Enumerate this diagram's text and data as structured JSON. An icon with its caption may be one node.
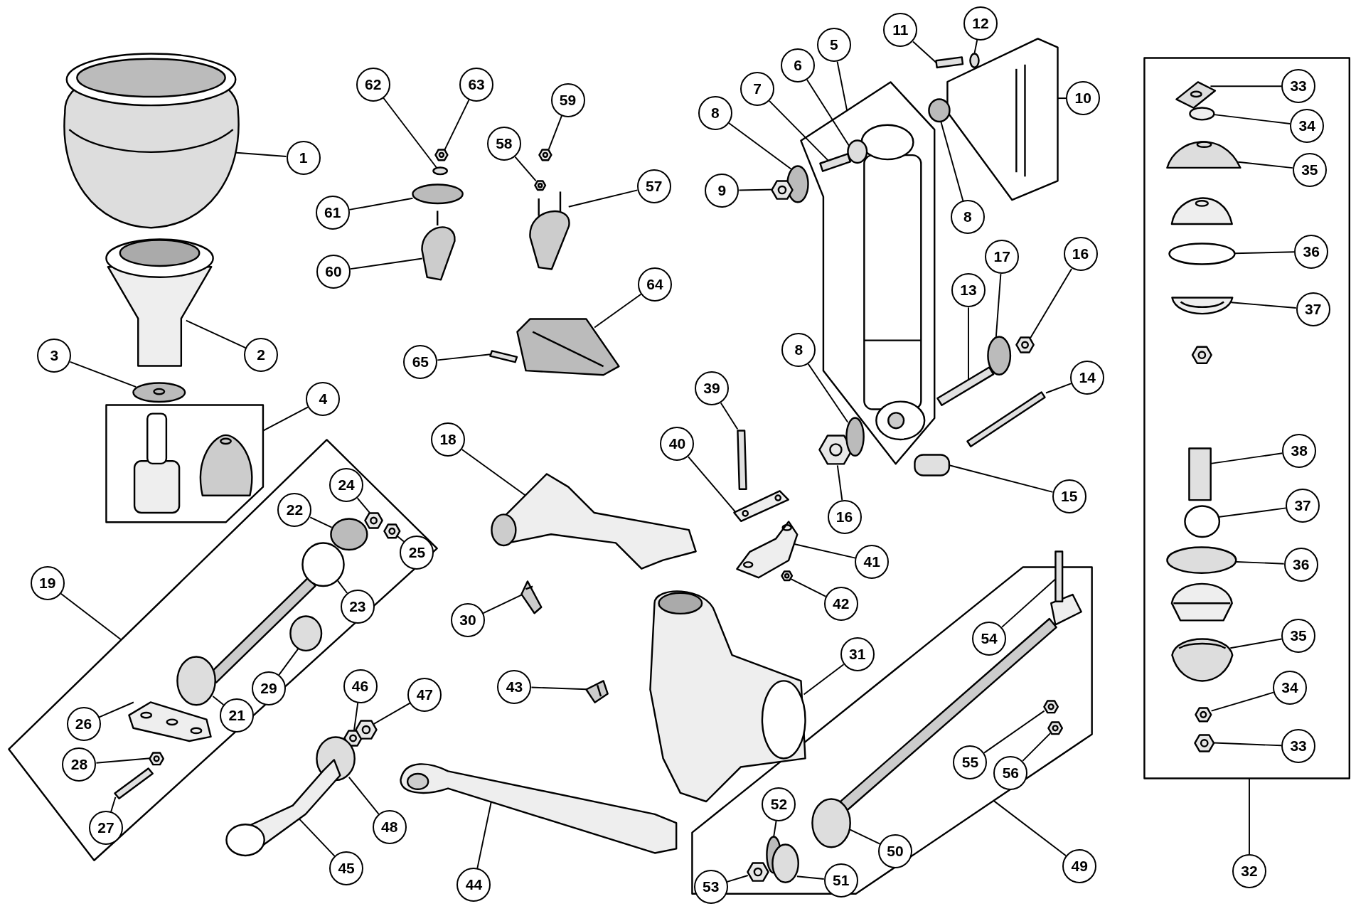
{
  "diagram": {
    "nodes": [
      {
        "text": [
          "1"
        ]
      },
      {
        "text": [
          "2"
        ]
      },
      {
        "text": [
          "3"
        ]
      },
      {
        "text": [
          "4"
        ]
      },
      {
        "text": [
          "5"
        ]
      },
      {
        "text": [
          "6"
        ]
      },
      {
        "text": [
          "7"
        ]
      },
      {
        "text": [
          "8"
        ]
      },
      {
        "text": [
          "9"
        ]
      },
      {
        "text": [
          "10"
        ]
      },
      {
        "text": [
          "11"
        ]
      },
      {
        "text": [
          "12"
        ]
      },
      {
        "text": [
          "8"
        ]
      },
      {
        "text": [
          "13"
        ]
      },
      {
        "text": [
          "17"
        ]
      },
      {
        "text": [
          "16"
        ]
      },
      {
        "text": [
          "14"
        ]
      },
      {
        "text": [
          "15"
        ]
      },
      {
        "text": [
          "16"
        ]
      },
      {
        "text": [
          "8"
        ]
      },
      {
        "text": [
          "39"
        ]
      },
      {
        "text": [
          "40"
        ]
      },
      {
        "text": [
          "41"
        ]
      },
      {
        "text": [
          "42"
        ]
      },
      {
        "text": [
          "18"
        ]
      },
      {
        "text": [
          "19"
        ]
      },
      {
        "text": [
          "22"
        ],
        "in": 74
      },
      {
        "text": [
          "24"
        ],
        "in": 74
      },
      {
        "text": [
          "25"
        ],
        "in": 74
      },
      {
        "text": [
          "23"
        ],
        "in": 74
      },
      {
        "text": [
          "21"
        ],
        "in": 74
      },
      {
        "text": [
          "29"
        ],
        "in": 74
      },
      {
        "text": [
          "26"
        ],
        "in": 74
      },
      {
        "text": [
          "28"
        ],
        "in": 74
      },
      {
        "text": [
          "27"
        ],
        "in": 74
      },
      {
        "text": [
          "30"
        ]
      },
      {
        "text": [
          "43"
        ]
      },
      {
        "text": [
          "46"
        ]
      },
      {
        "text": [
          "47"
        ]
      },
      {
        "text": [
          "48"
        ]
      },
      {
        "text": [
          "45"
        ]
      },
      {
        "text": [
          "44"
        ]
      },
      {
        "text": [
          "31"
        ]
      },
      {
        "text": [
          "64"
        ]
      },
      {
        "text": [
          "65"
        ]
      },
      {
        "text": [
          "60"
        ]
      },
      {
        "text": [
          "61"
        ]
      },
      {
        "text": [
          "62"
        ]
      },
      {
        "text": [
          "63"
        ]
      },
      {
        "text": [
          "58"
        ]
      },
      {
        "text": [
          "59"
        ]
      },
      {
        "text": [
          "57"
        ]
      },
      {
        "text": [
          "33"
        ],
        "in": 75
      },
      {
        "text": [
          "34"
        ],
        "in": 75
      },
      {
        "text": [
          "35"
        ],
        "in": 75
      },
      {
        "text": [
          "36"
        ],
        "in": 75
      },
      {
        "text": [
          "37"
        ],
        "in": 75
      },
      {
        "text": [
          "38"
        ],
        "in": 75
      },
      {
        "text": [
          "37"
        ],
        "in": 75
      },
      {
        "text": [
          "36"
        ],
        "in": 75
      },
      {
        "text": [
          "35"
        ],
        "in": 75
      },
      {
        "text": [
          "34"
        ],
        "in": 75
      },
      {
        "text": [
          "33"
        ],
        "in": 75
      },
      {
        "text": [
          "32"
        ]
      },
      {
        "text": [
          "54"
        ],
        "in": 76
      },
      {
        "text": [
          "55"
        ],
        "in": 76
      },
      {
        "text": [
          "56"
        ],
        "in": 76
      },
      {
        "text": [
          "52"
        ],
        "in": 76
      },
      {
        "text": [
          "50"
        ],
        "in": 76
      },
      {
        "text": [
          "51"
        ]
      },
      {
        "text": [
          "53"
        ]
      },
      {
        "text": [
          "49"
        ]
      },
      {
        "text": [],
        "shape": "box"
      },
      {
        "text": [],
        "shape": "box"
      },
      {
        "text": [],
        "shape": "box"
      },
      {
        "text": [],
        "shape": "box"
      },
      {
        "text": [],
        "shape": "box"
      },
      {
        "text": [],
        "shape": "picture"
      },
      {
        "text": [],
        "shape": "picture"
      },
      {
        "text": [],
        "shape": "picture"
      },
      {
        "text": [],
        "shape": "circle",
        "in": 73
      },
      {
        "text": [],
        "shape": "bar",
        "in": 73
      },
      {
        "text": [],
        "shape": "circle"
      },
      {
        "text": [],
        "shape": "hexagon"
      },
      {
        "text": [],
        "shape": "picture"
      },
      {
        "text": [],
        "shape": "bar"
      },
      {
        "text": [],
        "shape": "circle"
      },
      {
        "text": [],
        "shape": "circle"
      },
      {
        "text": [],
        "shape": "bar"
      },
      {
        "text": [],
        "shape": "circle"
      },
      {
        "text": [],
        "shape": "hexagon"
      },
      {
        "text": [],
        "shape": "bar"
      },
      {
        "text": [],
        "shape": "bar"
      },
      {
        "text": [],
        "shape": "hexagon"
      },
      {
        "text": [],
        "shape": "circle"
      },
      {
        "text": [],
        "shape": "bar"
      },
      {
        "text": [],
        "shape": "picture"
      },
      {
        "text": [],
        "shape": "picture"
      },
      {
        "text": [],
        "shape": "hexagon"
      },
      {
        "text": [],
        "shape": "picture"
      },
      {
        "text": [],
        "shape": "circle",
        "in": 74
      },
      {
        "text": [],
        "shape": "hexagon",
        "in": 74
      },
      {
        "text": [],
        "shape": "hexagon",
        "in": 74
      },
      {
        "text": [],
        "shape": "circle",
        "in": 74
      },
      {
        "text": [],
        "shape": "circle",
        "in": 74
      },
      {
        "text": [],
        "shape": "circle",
        "in": 74
      },
      {
        "text": [],
        "shape": "picture",
        "in": 74
      },
      {
        "text": [],
        "shape": "hexagon",
        "in": 74
      },
      {
        "text": [],
        "shape": "bar",
        "in": 74
      },
      {
        "text": [],
        "shape": "picture"
      },
      {
        "text": [],
        "shape": "picture"
      },
      {
        "text": [],
        "shape": "hexagon"
      },
      {
        "text": [],
        "shape": "hexagon"
      },
      {
        "text": [],
        "shape": "circle"
      },
      {
        "text": [],
        "shape": "picture"
      },
      {
        "text": [],
        "shape": "picture"
      },
      {
        "text": [],
        "shape": "picture"
      },
      {
        "text": [],
        "shape": "picture"
      },
      {
        "text": [],
        "shape": "bar"
      },
      {
        "text": [],
        "shape": "picture"
      },
      {
        "text": [],
        "shape": "circle"
      },
      {
        "text": [],
        "shape": "circle"
      },
      {
        "text": [],
        "shape": "hexagon"
      },
      {
        "text": [],
        "shape": "hexagon"
      },
      {
        "text": [],
        "shape": "hexagon"
      },
      {
        "text": [],
        "shape": "picture"
      },
      {
        "text": [],
        "shape": "picture",
        "in": 75
      },
      {
        "text": [],
        "shape": "circle",
        "in": 75
      },
      {
        "text": [],
        "shape": "picture",
        "in": 75
      },
      {
        "text": [],
        "shape": "circle",
        "in": 75
      },
      {
        "text": [],
        "shape": "picture",
        "in": 75
      },
      {
        "text": [],
        "shape": "bar",
        "in": 75
      },
      {
        "text": [],
        "shape": "circle",
        "in": 75
      },
      {
        "text": [],
        "shape": "circle",
        "in": 75
      },
      {
        "text": [],
        "shape": "picture",
        "in": 75
      },
      {
        "text": [],
        "shape": "hexagon",
        "in": 75
      },
      {
        "text": [],
        "shape": "hexagon",
        "in": 75
      },
      {
        "text": [],
        "shape": "bar",
        "in": 76
      },
      {
        "text": [],
        "shape": "hexagon",
        "in": 76
      },
      {
        "text": [],
        "shape": "hexagon",
        "in": 76
      },
      {
        "text": [],
        "shape": "circle",
        "in": 76
      },
      {
        "text": [],
        "shape": "circle",
        "in": 76
      },
      {
        "text": [],
        "shape": "circle",
        "in": 76
      },
      {
        "text": [],
        "shape": "hexagon",
        "in": 76
      }
    ],
    "edges": [
      {
        "from": 0,
        "to": 77,
        "arrow": "none"
      },
      {
        "from": 1,
        "to": 78,
        "arrow": "none"
      },
      {
        "from": 2,
        "to": 79,
        "arrow": "none"
      },
      {
        "from": 3,
        "to": 72,
        "arrow": "none"
      },
      {
        "from": 4,
        "to": 73,
        "arrow": "none"
      },
      {
        "from": 5,
        "to": 80,
        "arrow": "none"
      },
      {
        "from": 6,
        "to": 81,
        "arrow": "none"
      },
      {
        "from": 7,
        "to": 82,
        "arrow": "none"
      },
      {
        "from": 8,
        "to": 83,
        "arrow": "none"
      },
      {
        "from": 9,
        "to": 84,
        "arrow": "none"
      },
      {
        "from": 10,
        "to": 85,
        "arrow": "none"
      },
      {
        "from": 11,
        "to": 86,
        "arrow": "none"
      },
      {
        "from": 12,
        "to": 87,
        "arrow": "none"
      },
      {
        "from": 13,
        "to": 88,
        "arrow": "none"
      },
      {
        "from": 14,
        "to": 89,
        "arrow": "none"
      },
      {
        "from": 15,
        "to": 90,
        "arrow": "none"
      },
      {
        "from": 16,
        "to": 91,
        "arrow": "none"
      },
      {
        "from": 17,
        "to": 92,
        "arrow": "none"
      },
      {
        "from": 18,
        "to": 93,
        "arrow": "none"
      },
      {
        "from": 19,
        "to": 94,
        "arrow": "none"
      },
      {
        "from": 20,
        "to": 95,
        "arrow": "none"
      },
      {
        "from": 21,
        "to": 96,
        "arrow": "none"
      },
      {
        "from": 22,
        "to": 97,
        "arrow": "none"
      },
      {
        "from": 23,
        "to": 98,
        "arrow": "none"
      },
      {
        "from": 24,
        "to": 99,
        "arrow": "none"
      },
      {
        "from": 25,
        "to": 74,
        "arrow": "none"
      },
      {
        "from": 26,
        "to": 100,
        "arrow": "none"
      },
      {
        "from": 27,
        "to": 101,
        "arrow": "none"
      },
      {
        "from": 28,
        "to": 102,
        "arrow": "none"
      },
      {
        "from": 29,
        "to": 103,
        "arrow": "none"
      },
      {
        "from": 30,
        "to": 104,
        "arrow": "none"
      },
      {
        "from": 31,
        "to": 105,
        "arrow": "none"
      },
      {
        "from": 32,
        "to": 106,
        "arrow": "none"
      },
      {
        "from": 33,
        "to": 107,
        "arrow": "none"
      },
      {
        "from": 34,
        "to": 108,
        "arrow": "none"
      },
      {
        "from": 35,
        "to": 109,
        "arrow": "none"
      },
      {
        "from": 36,
        "to": 110,
        "arrow": "none"
      },
      {
        "from": 37,
        "to": 111,
        "arrow": "none"
      },
      {
        "from": 38,
        "to": 112,
        "arrow": "none"
      },
      {
        "from": 39,
        "to": 113,
        "arrow": "none"
      },
      {
        "from": 40,
        "to": 114,
        "arrow": "none"
      },
      {
        "from": 41,
        "to": 115,
        "arrow": "none"
      },
      {
        "from": 42,
        "to": 116,
        "arrow": "none"
      },
      {
        "from": 43,
        "to": 117,
        "arrow": "none"
      },
      {
        "from": 44,
        "to": 118,
        "arrow": "none"
      },
      {
        "from": 45,
        "to": 119,
        "arrow": "none"
      },
      {
        "from": 46,
        "to": 120,
        "arrow": "none"
      },
      {
        "from": 47,
        "to": 121,
        "arrow": "none"
      },
      {
        "from": 48,
        "to": 122,
        "arrow": "none"
      },
      {
        "from": 49,
        "to": 123,
        "arrow": "none"
      },
      {
        "from": 50,
        "to": 124,
        "arrow": "none"
      },
      {
        "from": 51,
        "to": 125,
        "arrow": "none"
      },
      {
        "from": 52,
        "to": 126,
        "arrow": "none"
      },
      {
        "from": 53,
        "to": 127,
        "arrow": "none"
      },
      {
        "from": 54,
        "to": 128,
        "arrow": "none"
      },
      {
        "from": 55,
        "to": 129,
        "arrow": "none"
      },
      {
        "from": 56,
        "to": 130,
        "arrow": "none"
      },
      {
        "from": 57,
        "to": 131,
        "arrow": "none"
      },
      {
        "from": 58,
        "to": 132,
        "arrow": "none"
      },
      {
        "from": 59,
        "to": 133,
        "arrow": "none"
      },
      {
        "from": 60,
        "to": 134,
        "arrow": "none"
      },
      {
        "from": 61,
        "to": 135,
        "arrow": "none"
      },
      {
        "from": 62,
        "to": 136,
        "arrow": "none"
      },
      {
        "from": 63,
        "to": 75,
        "arrow": "none"
      },
      {
        "from": 64,
        "to": 137,
        "arrow": "none"
      },
      {
        "from": 65,
        "to": 138,
        "arrow": "none"
      },
      {
        "from": 66,
        "to": 139,
        "arrow": "none"
      },
      {
        "from": 67,
        "to": 140,
        "arrow": "none"
      },
      {
        "from": 68,
        "to": 141,
        "arrow": "none"
      },
      {
        "from": 69,
        "to": 142,
        "arrow": "none"
      },
      {
        "from": 70,
        "to": 143,
        "arrow": "none"
      },
      {
        "from": 71,
        "to": 76,
        "arrow": "none"
      }
    ]
  }
}
